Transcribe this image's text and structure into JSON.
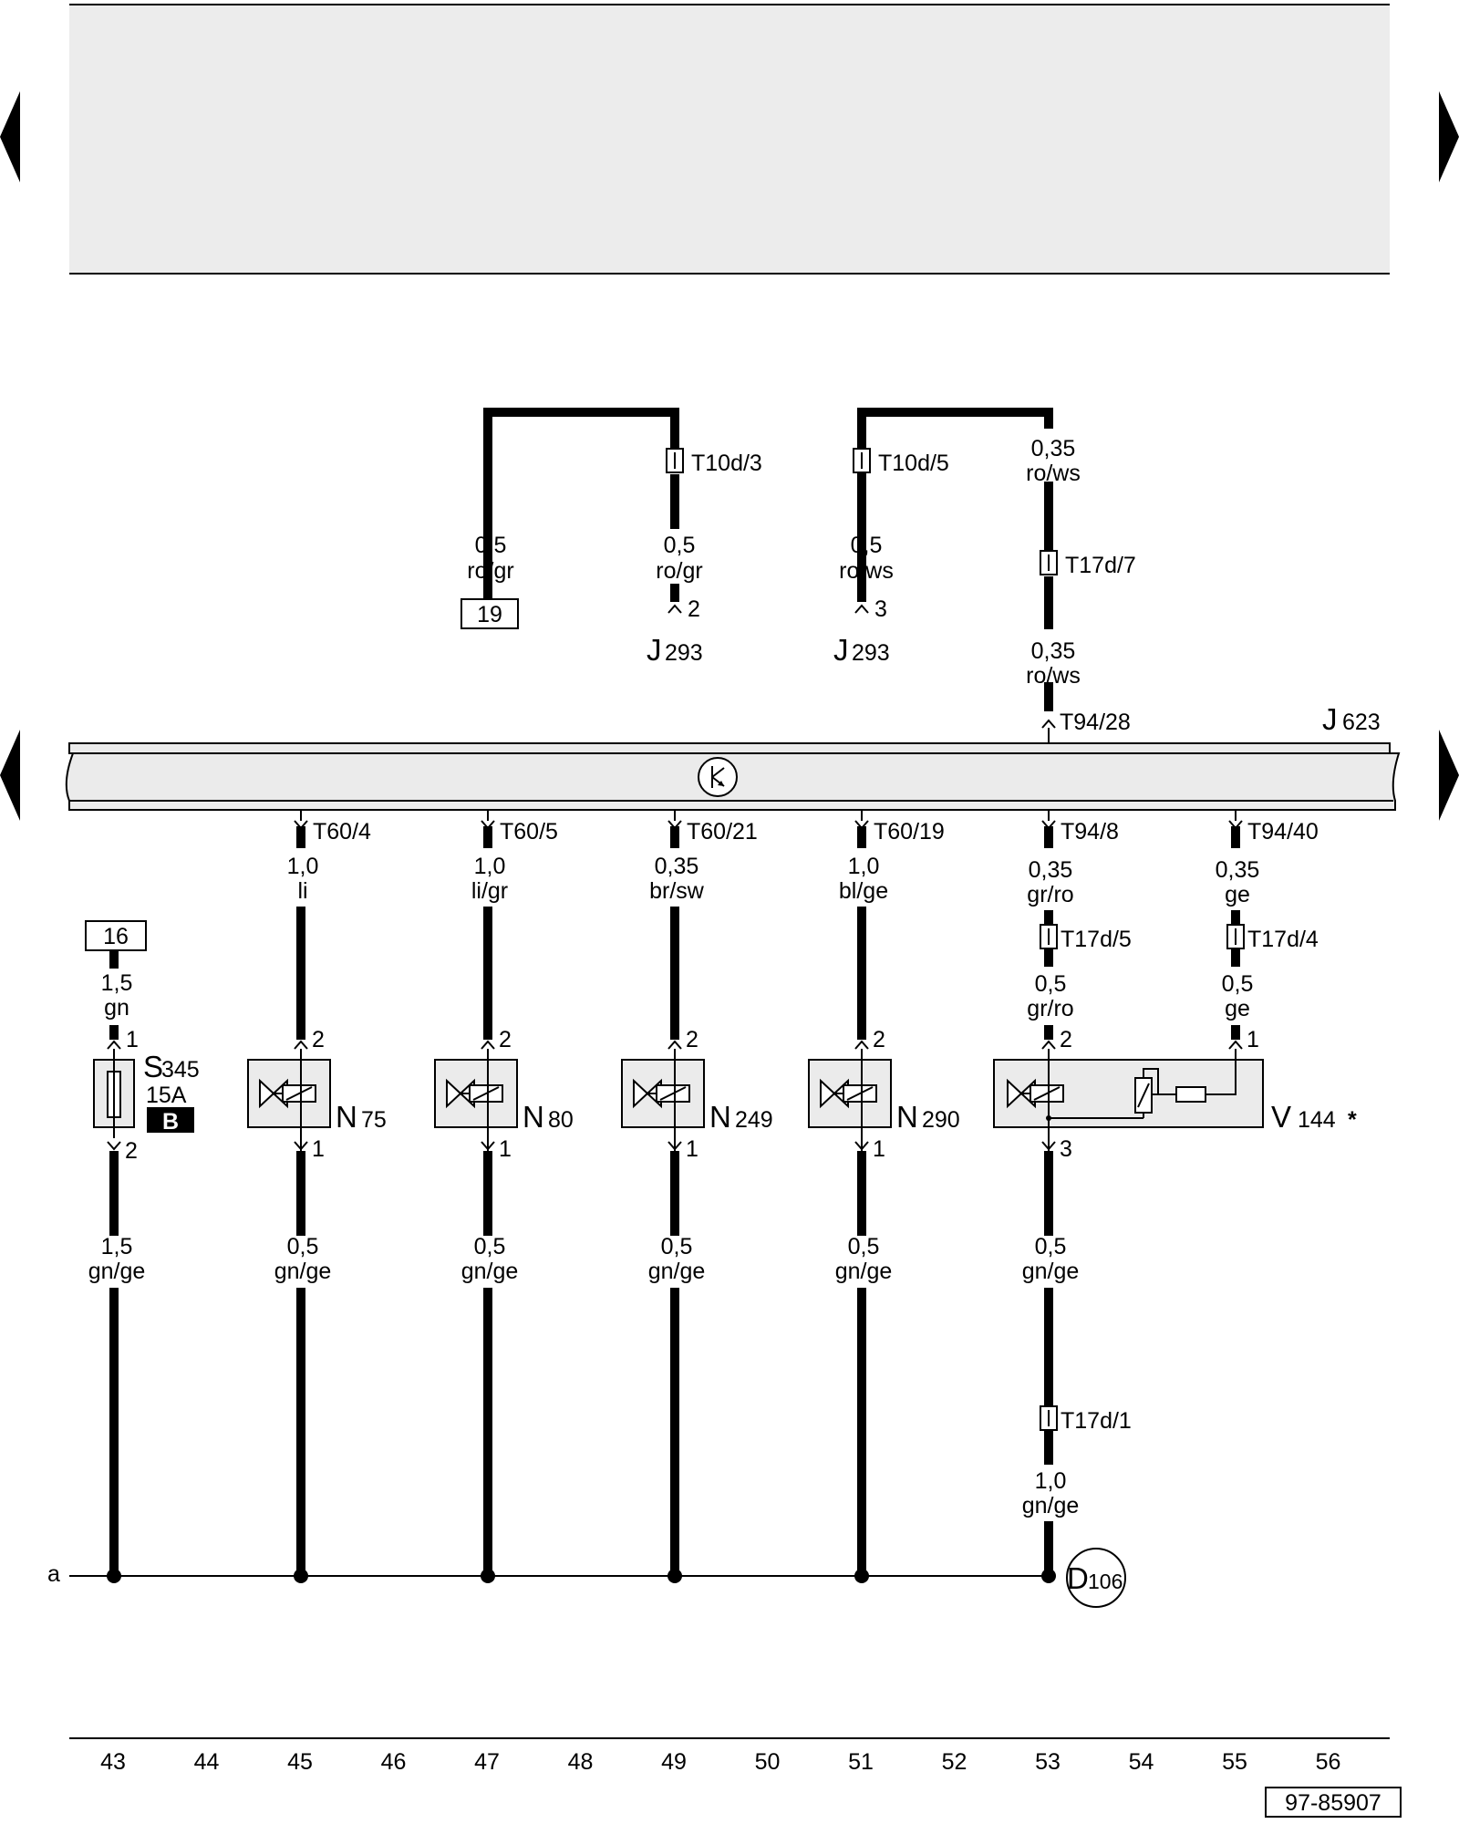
{
  "diagram_id": "97-85907",
  "column_numbers": [
    "43",
    "44",
    "45",
    "46",
    "47",
    "48",
    "49",
    "50",
    "51",
    "52",
    "53",
    "54",
    "55",
    "56"
  ],
  "ground_bus_label": "a",
  "ground_point": "106",
  "ground_point_prefix": "D",
  "control_unit": {
    "letter": "J",
    "number": "623"
  },
  "top_wires": {
    "loop1": {
      "left": {
        "size": "0,5",
        "color": "ro/gr",
        "ref": "19"
      },
      "right": {
        "connector": "T10d/3",
        "size": "0,5",
        "color": "ro/gr",
        "pin": "2",
        "letter": "J",
        "number": "293"
      }
    },
    "loop2": {
      "left": {
        "connector": "T10d/5",
        "size": "0,5",
        "color": "ro/ws",
        "pin": "3",
        "letter": "J",
        "number": "293"
      },
      "right": {
        "upper_size": "0,35",
        "upper_color": "ro/ws",
        "connector": "T17d/7",
        "lower_size": "0,35",
        "lower_color": "ro/ws",
        "cu_pin": "T94/28"
      }
    }
  },
  "fuse": {
    "ref": "16",
    "size": "1,5",
    "color": "gn",
    "pin_in": "1",
    "pin_out": "2",
    "letter": "S",
    "number": "345",
    "rating": "15A",
    "badge": "B",
    "out_size": "1,5",
    "out_color": "gn/ge"
  },
  "valves": [
    {
      "cu_pin": "T60/4",
      "size": "1,0",
      "color": "li",
      "pin_in": "2",
      "letter": "N",
      "number": "75",
      "pin_out": "1",
      "out_size": "0,5",
      "out_color": "gn/ge"
    },
    {
      "cu_pin": "T60/5",
      "size": "1,0",
      "color": "li/gr",
      "pin_in": "2",
      "letter": "N",
      "number": "80",
      "pin_out": "1",
      "out_size": "0,5",
      "out_color": "gn/ge"
    },
    {
      "cu_pin": "T60/21",
      "size": "0,35",
      "color": "br/sw",
      "pin_in": "2",
      "letter": "N",
      "number": "249",
      "pin_out": "1",
      "out_size": "0,5",
      "out_color": "gn/ge"
    },
    {
      "cu_pin": "T60/19",
      "size": "1,0",
      "color": "bl/ge",
      "pin_in": "2",
      "letter": "N",
      "number": "290",
      "pin_out": "1",
      "out_size": "0,5",
      "out_color": "gn/ge"
    }
  ],
  "pump": {
    "cu_pin_a": "T94/8",
    "size_a": "0,35",
    "color_a": "gr/ro",
    "conn_a": "T17d/5",
    "size_a2": "0,5",
    "color_a2": "gr/ro",
    "pin_a": "2",
    "cu_pin_b": "T94/40",
    "size_b": "0,35",
    "color_b": "ge",
    "conn_b": "T17d/4",
    "size_b2": "0,5",
    "color_b2": "ge",
    "pin_b": "1",
    "letter": "V",
    "number": "144",
    "mark": "*",
    "pin_out": "3",
    "out_size": "0,5",
    "out_color": "gn/ge",
    "conn_gnd": "T17d/1",
    "gnd_size": "1,0",
    "gnd_color": "gn/ge"
  }
}
